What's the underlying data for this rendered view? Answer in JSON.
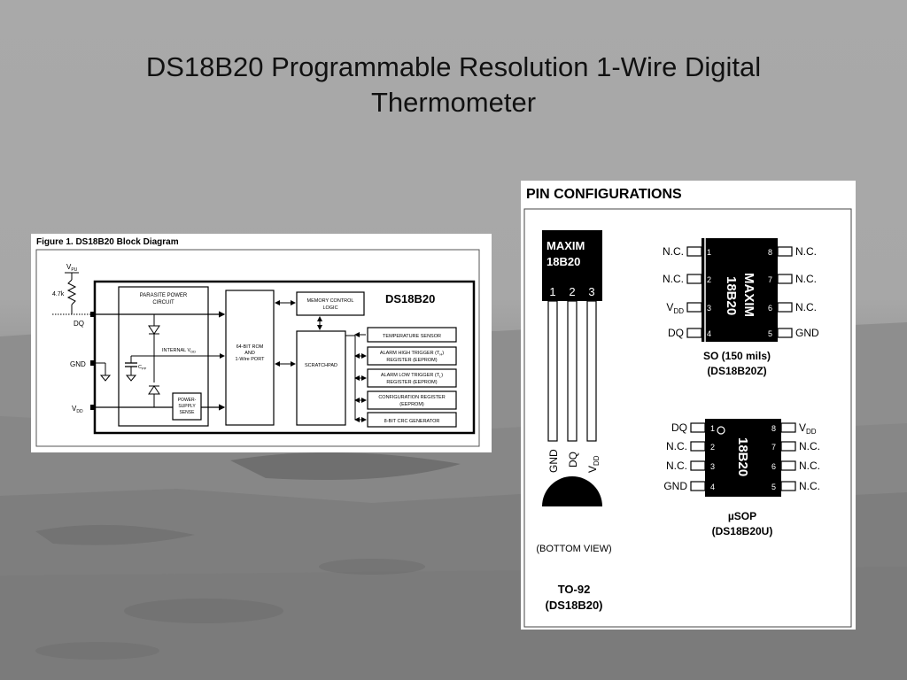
{
  "slide": {
    "title_line1": "DS18B20 Programmable Resolution 1-Wire Digital",
    "title_line2": "Thermometer"
  },
  "block_diagram": {
    "caption": "Figure 1. DS18B20 Block Diagram",
    "chip_name": "DS18B20",
    "vpu_label": "V",
    "vpu_sub": "PU",
    "resistor_label": "4.7k",
    "dq_label": "DQ",
    "gnd_label": "GND",
    "vdd_label": "V",
    "vdd_sub": "DD",
    "parasite_line1": "PARASITE POWER",
    "parasite_line2": "CIRCUIT",
    "internal_vdd": "INTERNAL V",
    "internal_vdd_sub": "DD",
    "cpp_label": "C",
    "cpp_sub": "PP",
    "power_sense_line1": "POWER-",
    "power_sense_line2": "SUPPLY",
    "power_sense_line3": "SENSE",
    "rom_line1": "64-BIT ROM",
    "rom_line2": "AND",
    "rom_line3": "1-Wire PORT",
    "memory_line1": "MEMORY CONTROL",
    "memory_line2": "LOGIC",
    "scratchpad": "SCRATCHPAD",
    "temp_sensor": "TEMPERATURE SENSOR",
    "alarm_high_line1": "ALARM HIGH TRIGGER (T",
    "alarm_high_sub": "H",
    "alarm_high_close": ")",
    "alarm_high_line2": "REGISTER (EEPROM)",
    "alarm_low_line1": "ALARM LOW TRIGGER (T",
    "alarm_low_sub": "L",
    "alarm_low_close": ")",
    "alarm_low_line2": "REGISTER (EEPROM)",
    "config_line1": "CONFIGURATION REGISTER",
    "config_line2": "(EEPROM)",
    "crc": "8-BIT CRC GENERATOR"
  },
  "pin_config": {
    "heading": "PIN CONFIGURATIONS",
    "to92": {
      "brand": "MAXIM",
      "part": "18B20",
      "pin1": "1",
      "pin2": "2",
      "pin3": "3",
      "lead_gnd": "GND",
      "lead_dq": "DQ",
      "lead_vdd": "V",
      "lead_vdd_sub": "DD",
      "bottom_view": "(BOTTOM VIEW)",
      "package": "TO-92",
      "package_part": "(DS18B20)"
    },
    "so": {
      "brand": "MAXIM",
      "part": "18B20",
      "left_pins": [
        {
          "num": "1",
          "label": "N.C."
        },
        {
          "num": "2",
          "label": "N.C."
        },
        {
          "num": "3",
          "label": "V",
          "sub": "DD"
        },
        {
          "num": "4",
          "label": "DQ"
        }
      ],
      "right_pins": [
        {
          "num": "8",
          "label": "N.C."
        },
        {
          "num": "7",
          "label": "N.C."
        },
        {
          "num": "6",
          "label": "N.C."
        },
        {
          "num": "5",
          "label": "GND"
        }
      ],
      "package": "SO (150 mils)",
      "package_part": "(DS18B20Z)"
    },
    "usop": {
      "part": "18B20",
      "left_pins": [
        {
          "num": "1",
          "label": "DQ"
        },
        {
          "num": "2",
          "label": "N.C."
        },
        {
          "num": "3",
          "label": "N.C."
        },
        {
          "num": "4",
          "label": "GND"
        }
      ],
      "right_pins": [
        {
          "num": "8",
          "label": "V",
          "sub": "DD"
        },
        {
          "num": "7",
          "label": "N.C."
        },
        {
          "num": "6",
          "label": "N.C."
        },
        {
          "num": "5",
          "label": "N.C."
        }
      ],
      "package": "µSOP",
      "package_part": "(DS18B20U)"
    }
  }
}
